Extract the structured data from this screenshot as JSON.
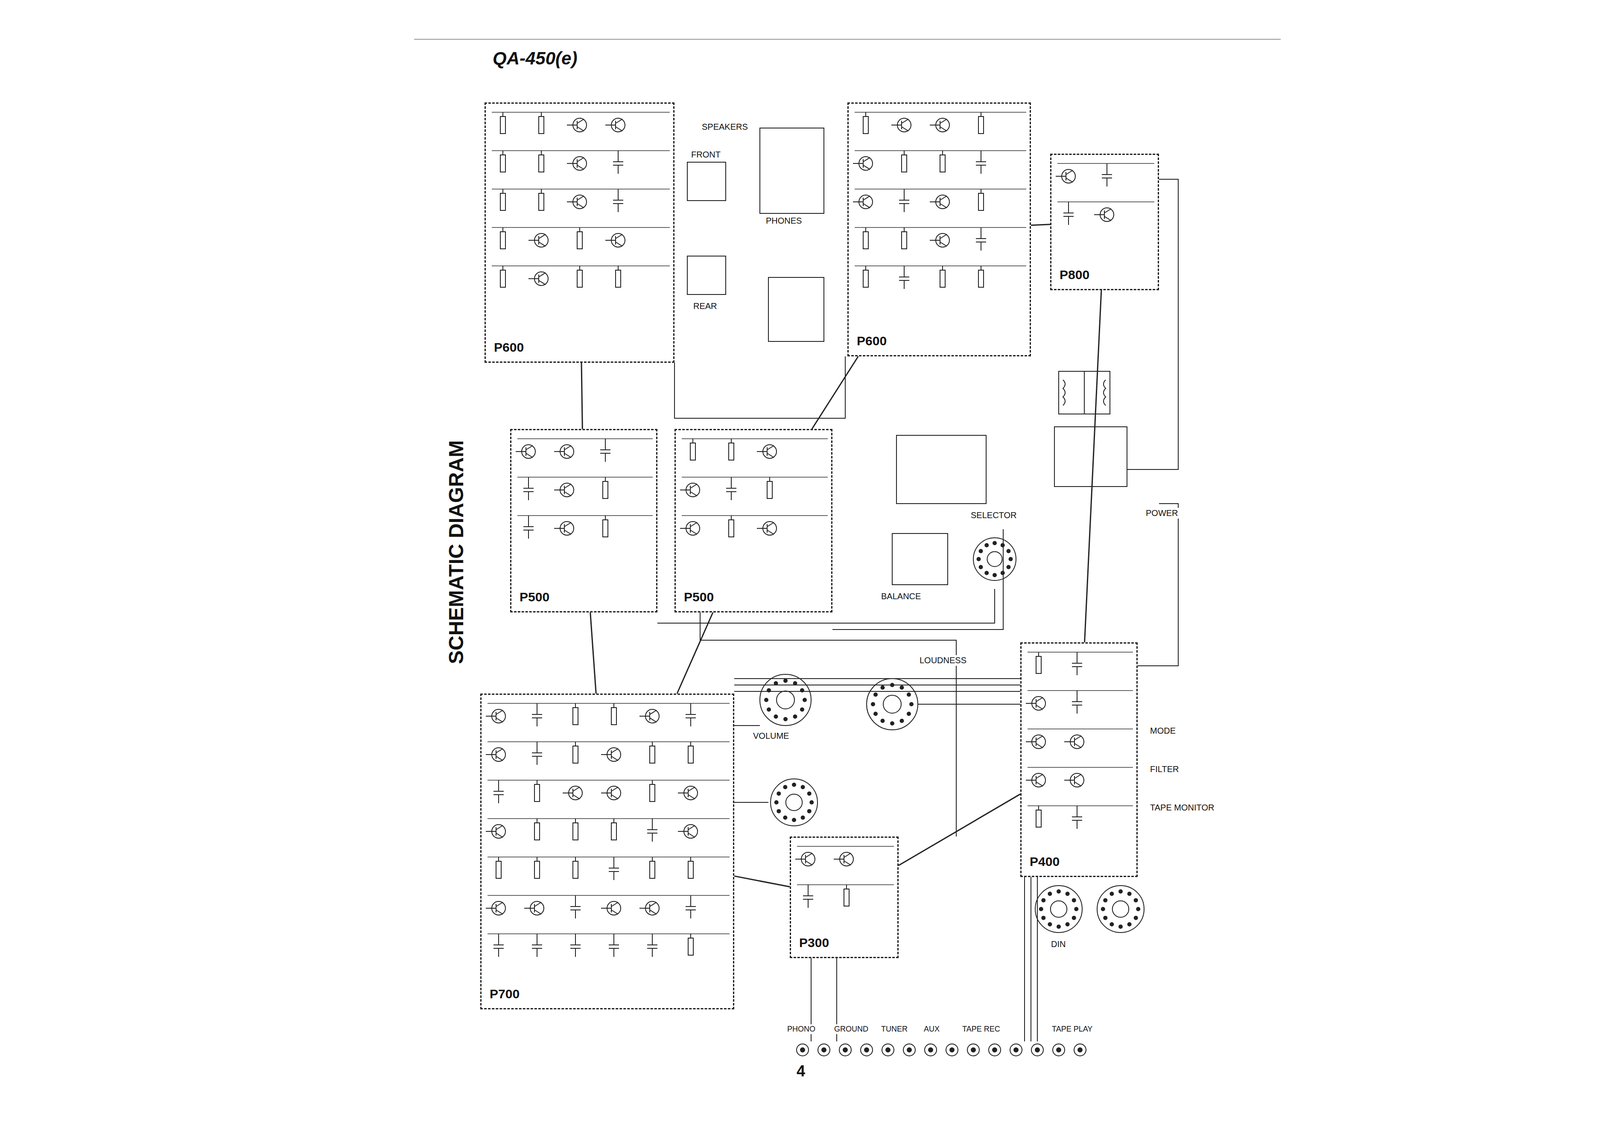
{
  "diagram": {
    "title": "SCHEMATIC DIAGRAM",
    "nodes": [
      {
        "text": [
          "P600"
        ]
      },
      {
        "text": [
          "P500"
        ]
      },
      {
        "text": [
          "P500"
        ]
      },
      {
        "text": [
          "P700"
        ]
      },
      {
        "text": [
          "P600"
        ]
      },
      {
        "text": [
          "P800"
        ]
      },
      {
        "text": [
          "P300"
        ]
      },
      {
        "text": [
          "P400"
        ]
      }
    ],
    "edges": [
      {
        "from": 1,
        "to": 0,
        "arrow": "none"
      },
      {
        "from": 2,
        "to": 4,
        "arrow": "none"
      },
      {
        "from": 3,
        "to": 1,
        "arrow": "none"
      },
      {
        "from": 3,
        "to": 2,
        "arrow": "none"
      },
      {
        "from": 6,
        "to": 3,
        "arrow": "none"
      },
      {
        "from": 7,
        "to": 6,
        "arrow": "none"
      },
      {
        "from": 5,
        "to": 4,
        "arrow": "none"
      },
      {
        "from": 5,
        "to": 7,
        "arrow": "none"
      }
    ],
    "labels": [
      "QA-450(e)",
      "4",
      "SPEAKERS",
      "FRONT",
      "REAR",
      "PHONES",
      "VOLUME",
      "BALANCE",
      "SELECTOR",
      "LOUDNESS",
      "MODE",
      "FILTER",
      "TAPE MONITOR",
      "PHONO",
      "GROUND",
      "TUNER",
      "AUX",
      "TAPE REC",
      "TAPE PLAY",
      "DIN",
      "POWER"
    ]
  }
}
